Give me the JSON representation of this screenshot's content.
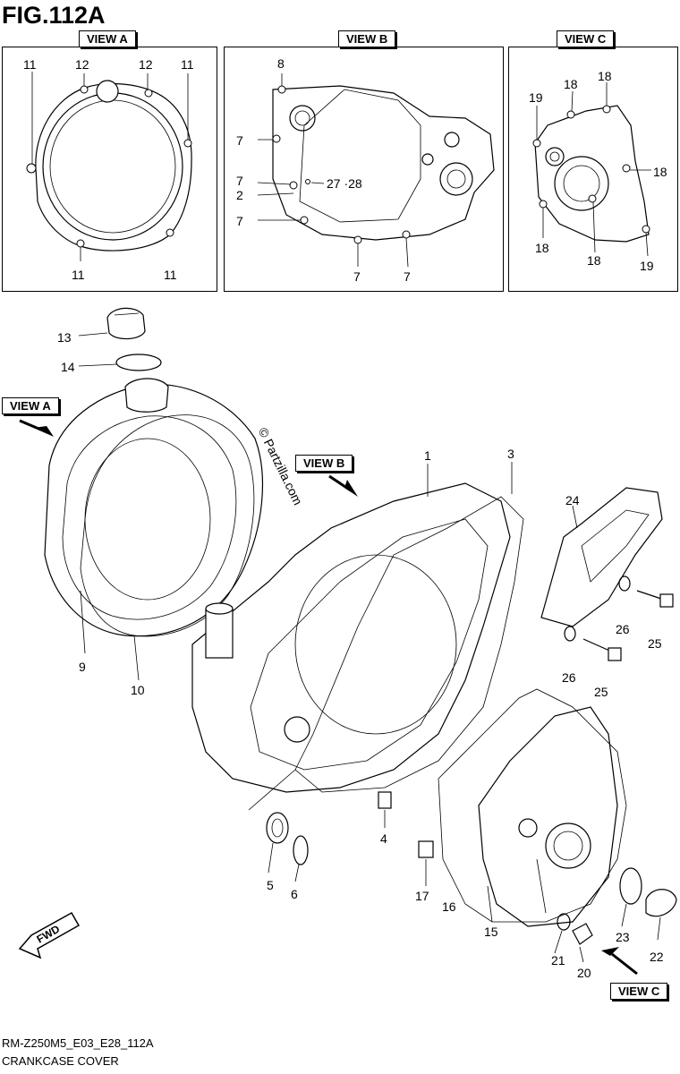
{
  "figure": {
    "title": "FIG.112A",
    "code": "RM-Z250M5_E03_E28_112A",
    "caption": "CRANKCASE COVER",
    "watermark": "© Partzilla.com"
  },
  "views": {
    "a": {
      "label": "VIEW A"
    },
    "b": {
      "label": "VIEW B"
    },
    "c": {
      "label": "VIEW C"
    }
  },
  "view_a_callouts": [
    "11",
    "12",
    "12",
    "11",
    "11",
    "11"
  ],
  "view_b_callouts": [
    "8",
    "7",
    "7",
    "27 ·28",
    "2",
    "7",
    "7",
    "7"
  ],
  "view_c_callouts": [
    "18",
    "18",
    "19",
    "18",
    "18",
    "18",
    "19"
  ],
  "main_callouts": [
    "13",
    "14",
    "1",
    "3",
    "24",
    "26",
    "25",
    "26",
    "25",
    "9",
    "10",
    "5",
    "6",
    "4",
    "17",
    "16",
    "15",
    "23",
    "22",
    "21",
    "20"
  ],
  "main_view_tags": [
    "VIEW A",
    "VIEW B",
    "VIEW C"
  ]
}
